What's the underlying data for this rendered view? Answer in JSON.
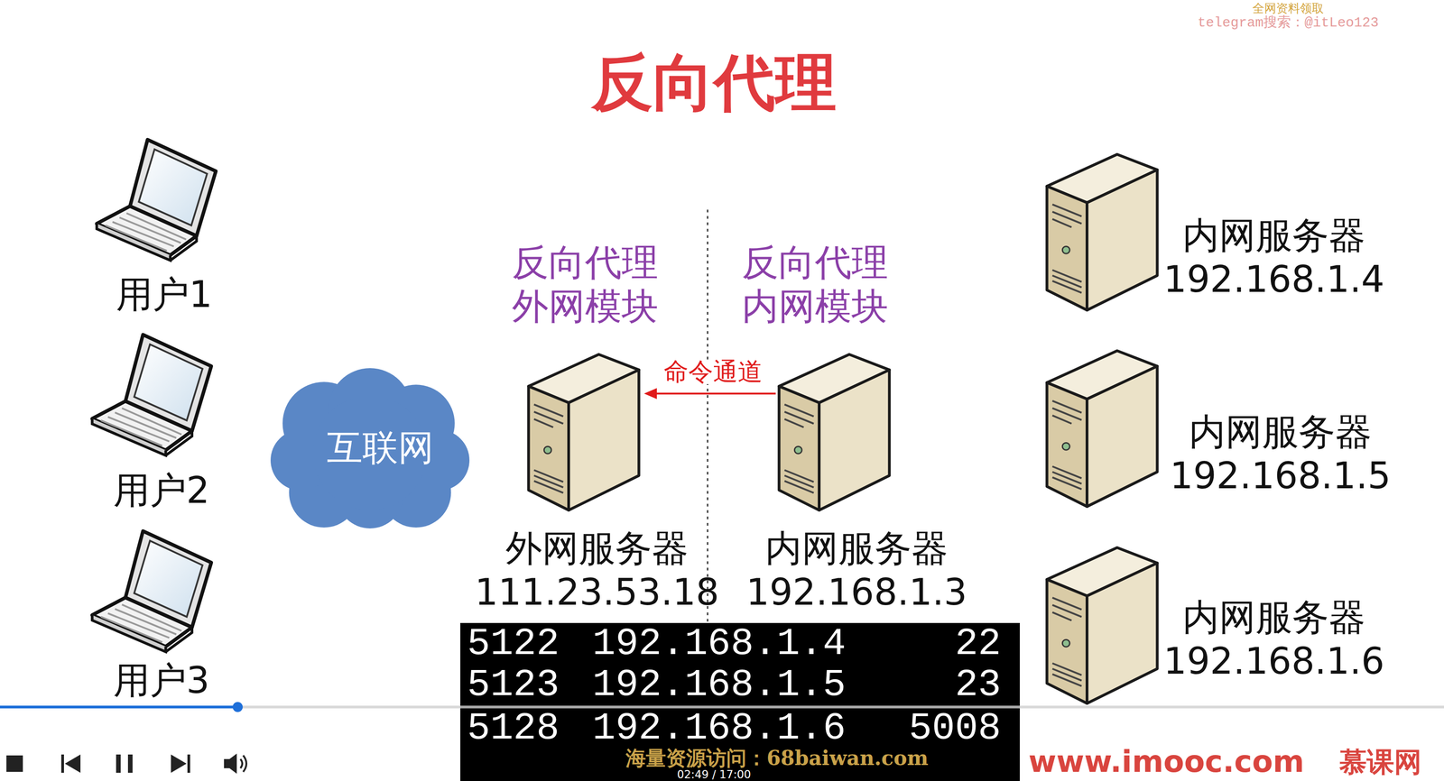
{
  "diagram": {
    "title": "反向代理",
    "nodes": [
      {
        "text": [
          "用户1"
        ]
      },
      {
        "text": [
          "用户2"
        ]
      },
      {
        "text": [
          "用户3"
        ]
      },
      {
        "text": [
          "互联网"
        ]
      },
      {
        "text": [
          "反向代理 外网模块",
          "外网服务器 111.23.53.18"
        ]
      },
      {
        "text": [
          "反向代理 内网模块",
          "内网服务器 192.168.1.3"
        ]
      },
      {
        "text": [
          "内网服务器 192.168.1.4"
        ]
      },
      {
        "text": [
          "内网服务器 192.168.1.5"
        ]
      },
      {
        "text": [
          "内网服务器 192.168.1.6"
        ]
      }
    ],
    "edges": [
      {
        "from": 5,
        "to": 4,
        "arrow": "to",
        "label": "命令通道"
      }
    ],
    "labels": [
      "5122",
      "192.168.1.4",
      "22",
      "5123",
      "192.168.1.5",
      "23",
      "5128",
      "192.168.1.6",
      "5008",
      "全网资料领取",
      "telegram搜索：@itLeo123",
      "海量资源访问：68baiwan.com",
      "www.imooc.com",
      "慕课网",
      "02:49 / 17:00"
    ]
  }
}
